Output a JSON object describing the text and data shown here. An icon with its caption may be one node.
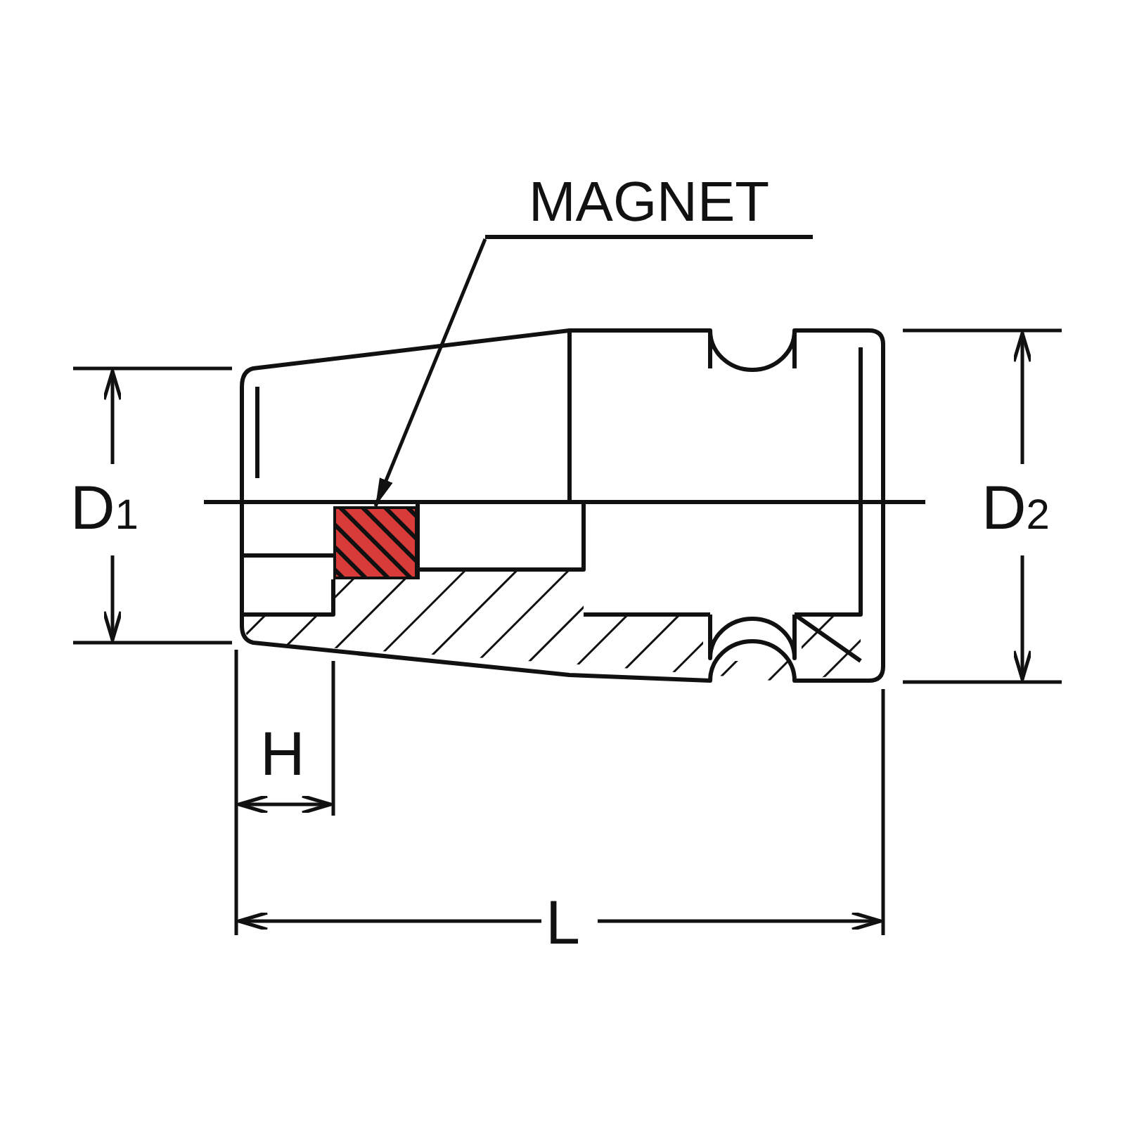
{
  "diagram": {
    "nodes": [
      {
        "text": [
          "MAGNET"
        ]
      },
      {
        "text": [],
        "shape": "box"
      }
    ],
    "edges": [
      {
        "from": 0,
        "to": 1,
        "arrow": "to"
      }
    ],
    "labels": [
      "D$_{1}$",
      "D$_{2}$",
      "H",
      "L"
    ]
  }
}
